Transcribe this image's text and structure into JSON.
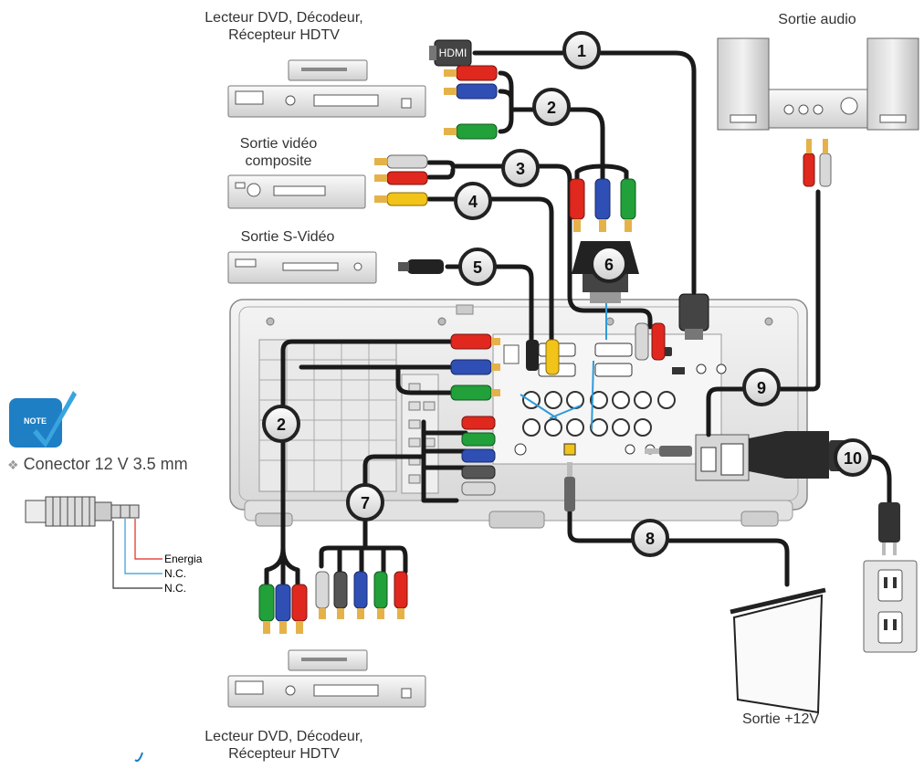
{
  "labels": {
    "dvd_top": "Lecteur DVD, Décodeur, Récepteur HDTV",
    "audio_out": "Sortie audio",
    "composite": "Sortie vidéo composite",
    "svideo": "Sortie S-Vidéo",
    "dvd_bottom": "Lecteur DVD, Décodeur, Récepteur HDTV",
    "out12v": "Sortie +12V"
  },
  "note": {
    "badge": "NOTE",
    "text": "Conector 12 V 3.5 mm",
    "pins": [
      "Energia",
      "N.C.",
      "N.C."
    ]
  },
  "callouts": [
    "1",
    "2",
    "3",
    "4",
    "5",
    "6",
    "7",
    "8",
    "9",
    "10",
    "2"
  ],
  "hdmi_label": "HDMI",
  "colors": {
    "red": "#e0281e",
    "green": "#22a03a",
    "blue": "#2f4fb5",
    "yellow": "#f2c318",
    "cable": "#1a1a1a",
    "blue_line": "#2f9ad8"
  }
}
